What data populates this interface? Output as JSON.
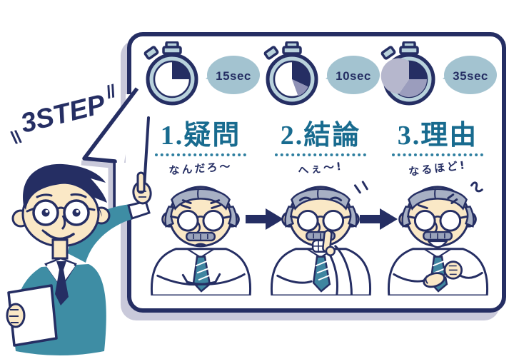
{
  "badge": {
    "label": "3STEP",
    "marks_left": "\\\\",
    "marks_right": "//"
  },
  "board": {
    "steps": [
      {
        "index": 1,
        "time_label": "15sec",
        "title": "1.疑問",
        "reaction": "なんだろ〜",
        "stopwatch": {
          "elapsed_seconds": 15,
          "total_seconds": 60
        }
      },
      {
        "index": 2,
        "time_label": "10sec",
        "title": "2.結論",
        "reaction": "へぇ〜!",
        "stopwatch": {
          "elapsed_seconds": 10,
          "total_seconds": 60
        }
      },
      {
        "index": 3,
        "time_label": "35sec",
        "title": "3.理由",
        "reaction": "なるほど!",
        "stopwatch": {
          "elapsed_seconds": 35,
          "total_seconds": 60
        }
      }
    ]
  },
  "palette": {
    "navy": "#252e63",
    "teal_jacket": "#3e8da4",
    "title_teal": "#186b8f",
    "bubble_blue": "#a3c3d0",
    "watch_ring": "#b9d2dc",
    "lavender_mid": "#8f91b6",
    "lavender_mid2": "#9b9dbd",
    "lavender_light": "#b6b7cd",
    "skin": "#fae8c6",
    "hair_gray": "#a7b0c4",
    "shadow_gray": "#c9c9da"
  }
}
